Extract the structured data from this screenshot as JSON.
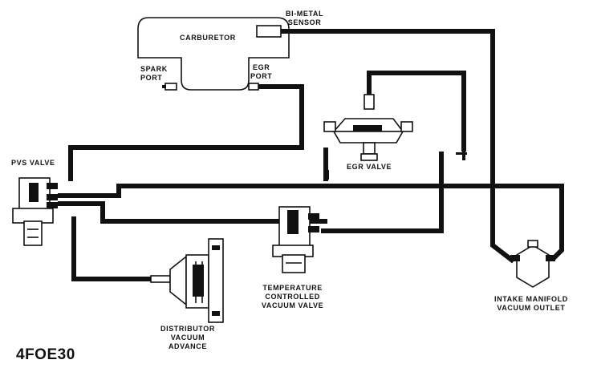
{
  "labels": {
    "carburetor": "CARBURETOR",
    "bimetal_sensor": "BI-METAL\nSENSOR",
    "spark_port": "SPARK\nPORT",
    "egr_port": "EGR\nPORT",
    "pvs_valve": "PVS VALVE",
    "egr_valve": "EGR VALVE",
    "temp_valve": "TEMPERATURE\nCONTROLLED\nVACUUM VALVE",
    "distributor": "DISTRIBUTOR\nVACUUM\nADVANCE",
    "intake_manifold": "INTAKE MANIFOLD\nVACUUM OUTLET"
  },
  "figure_code": "4FOE30"
}
